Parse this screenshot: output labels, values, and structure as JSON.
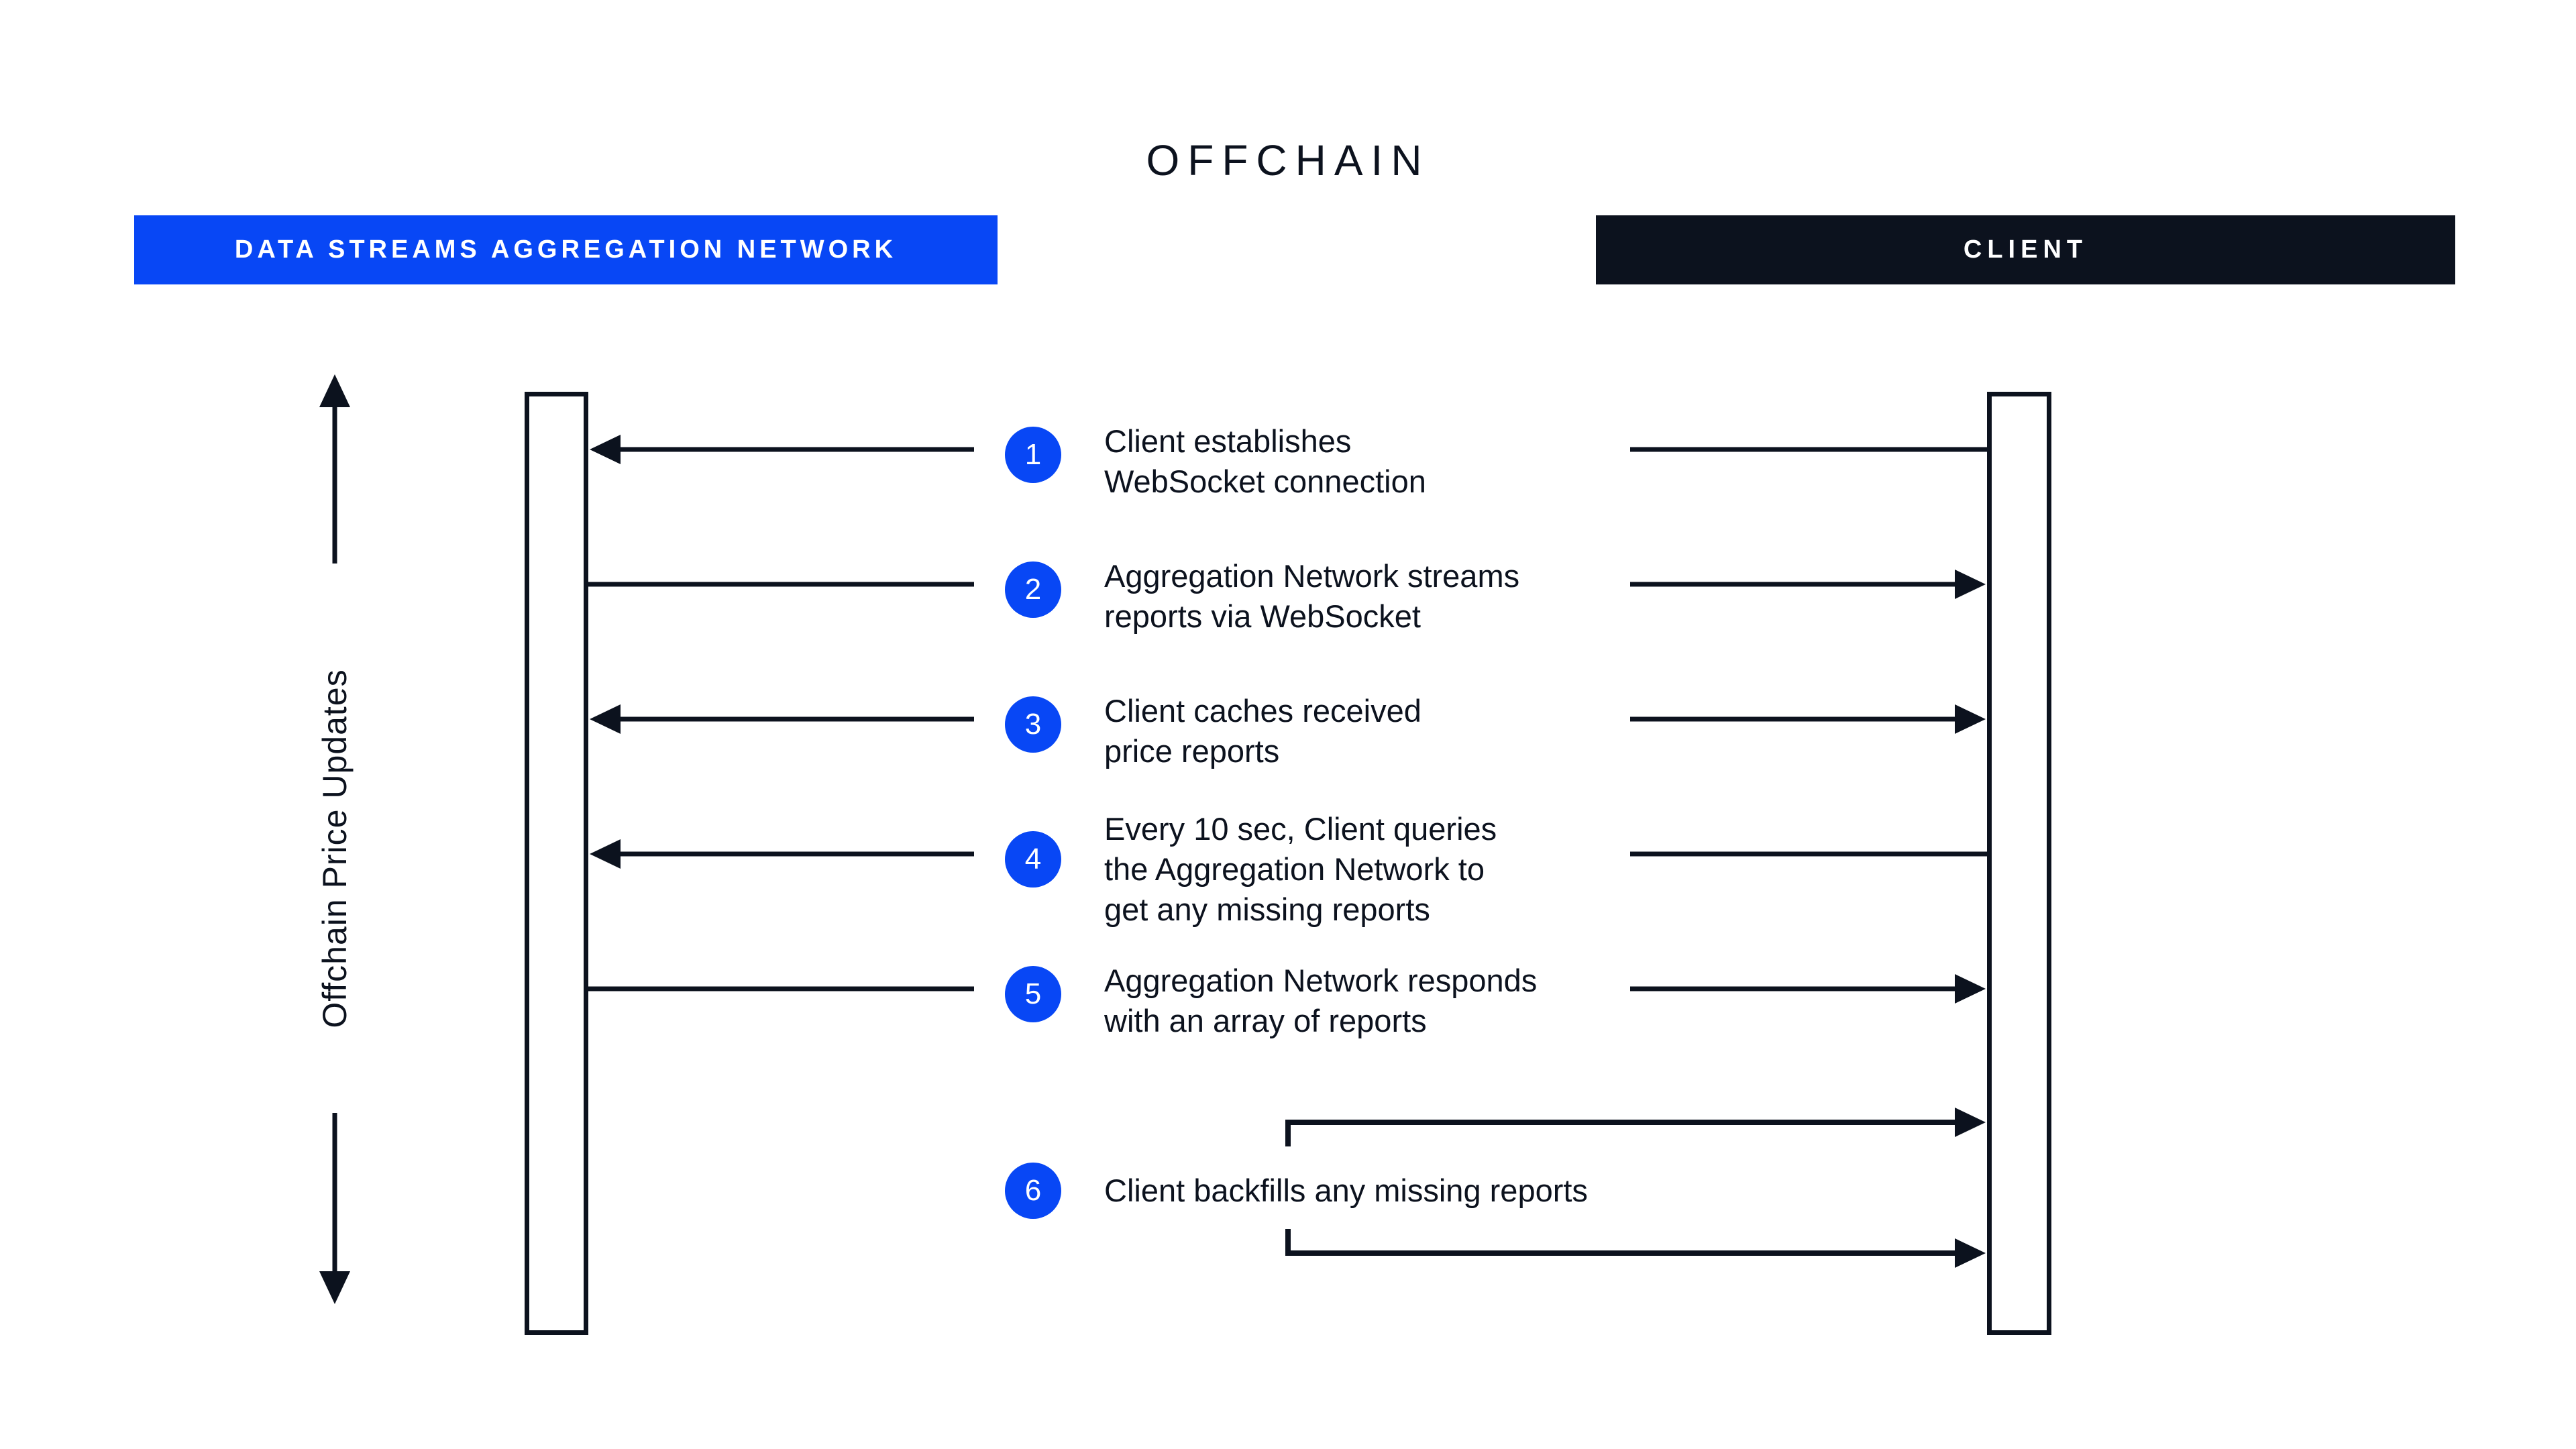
{
  "title": "OFFCHAIN",
  "lanes": {
    "network": {
      "label": "DATA STREAMS AGGREGATION NETWORK"
    },
    "client": {
      "label": "CLIENT"
    }
  },
  "axis_label": "Offchain Price Updates",
  "steps": [
    {
      "number": "1",
      "text": "Client establishes\nWebSocket connection",
      "direction": "client_to_network"
    },
    {
      "number": "2",
      "text": "Aggregation Network streams\nreports via WebSocket",
      "direction": "network_to_client"
    },
    {
      "number": "3",
      "text": "Client caches received\nprice reports",
      "direction": "both"
    },
    {
      "number": "4",
      "text": "Every 10 sec, Client queries\nthe Aggregation Network to\nget any missing reports",
      "direction": "client_to_network"
    },
    {
      "number": "5",
      "text": "Aggregation Network responds\nwith an array of reports",
      "direction": "network_to_client"
    },
    {
      "number": "6",
      "text": "Client backfills any missing reports",
      "direction": "client_self_loop"
    }
  ],
  "colors": {
    "accent_blue": "#0847F5",
    "ink": "#0C121E",
    "background": "#FFFFFF"
  }
}
